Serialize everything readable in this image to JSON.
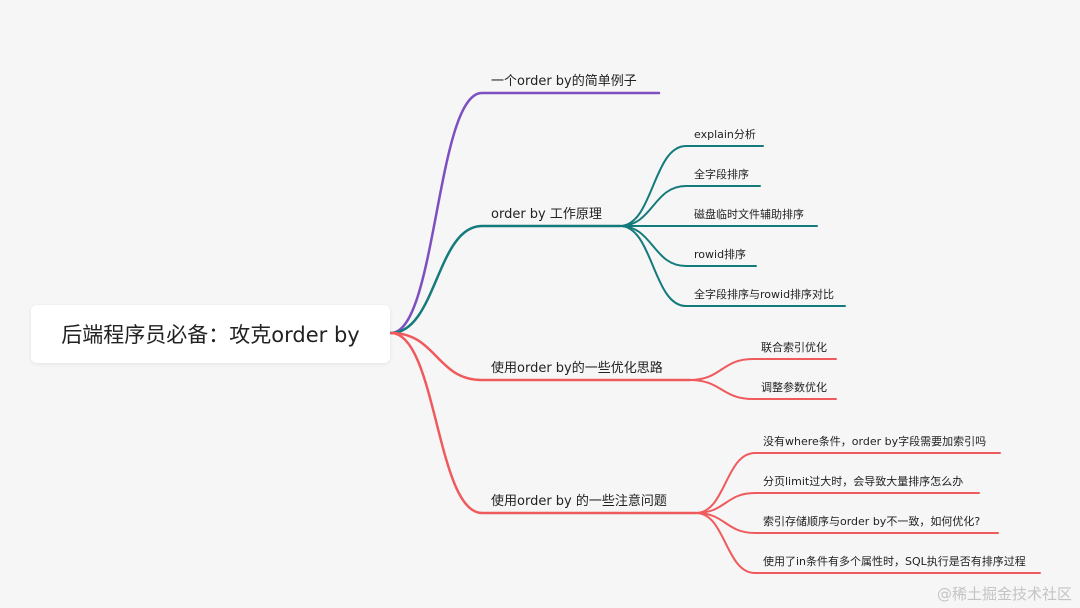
{
  "root": {
    "label": "后端程序员必备：攻克order by"
  },
  "branches": [
    {
      "label": "一个order by的简单例子",
      "color": "#7e4fc0",
      "children": []
    },
    {
      "label": "order by 工作原理",
      "color": "#147a7c",
      "children": [
        "explain分析",
        "全字段排序",
        "磁盘临时文件辅助排序",
        "rowid排序",
        "全字段排序与rowid排序对比"
      ]
    },
    {
      "label": "使用order by的一些优化思路",
      "color": "#ef5a5d",
      "children": [
        "联合索引优化",
        "调整参数优化"
      ]
    },
    {
      "label": "使用order by 的一些注意问题",
      "color": "#ef5a5d",
      "children": [
        "没有where条件，order by字段需要加索引吗",
        "分页limit过大时，会导致大量排序怎么办",
        "索引存储顺序与order by不一致，如何优化?",
        "使用了in条件有多个属性时，SQL执行是否有排序过程"
      ]
    }
  ],
  "watermark": "@稀土掘金技术社区"
}
